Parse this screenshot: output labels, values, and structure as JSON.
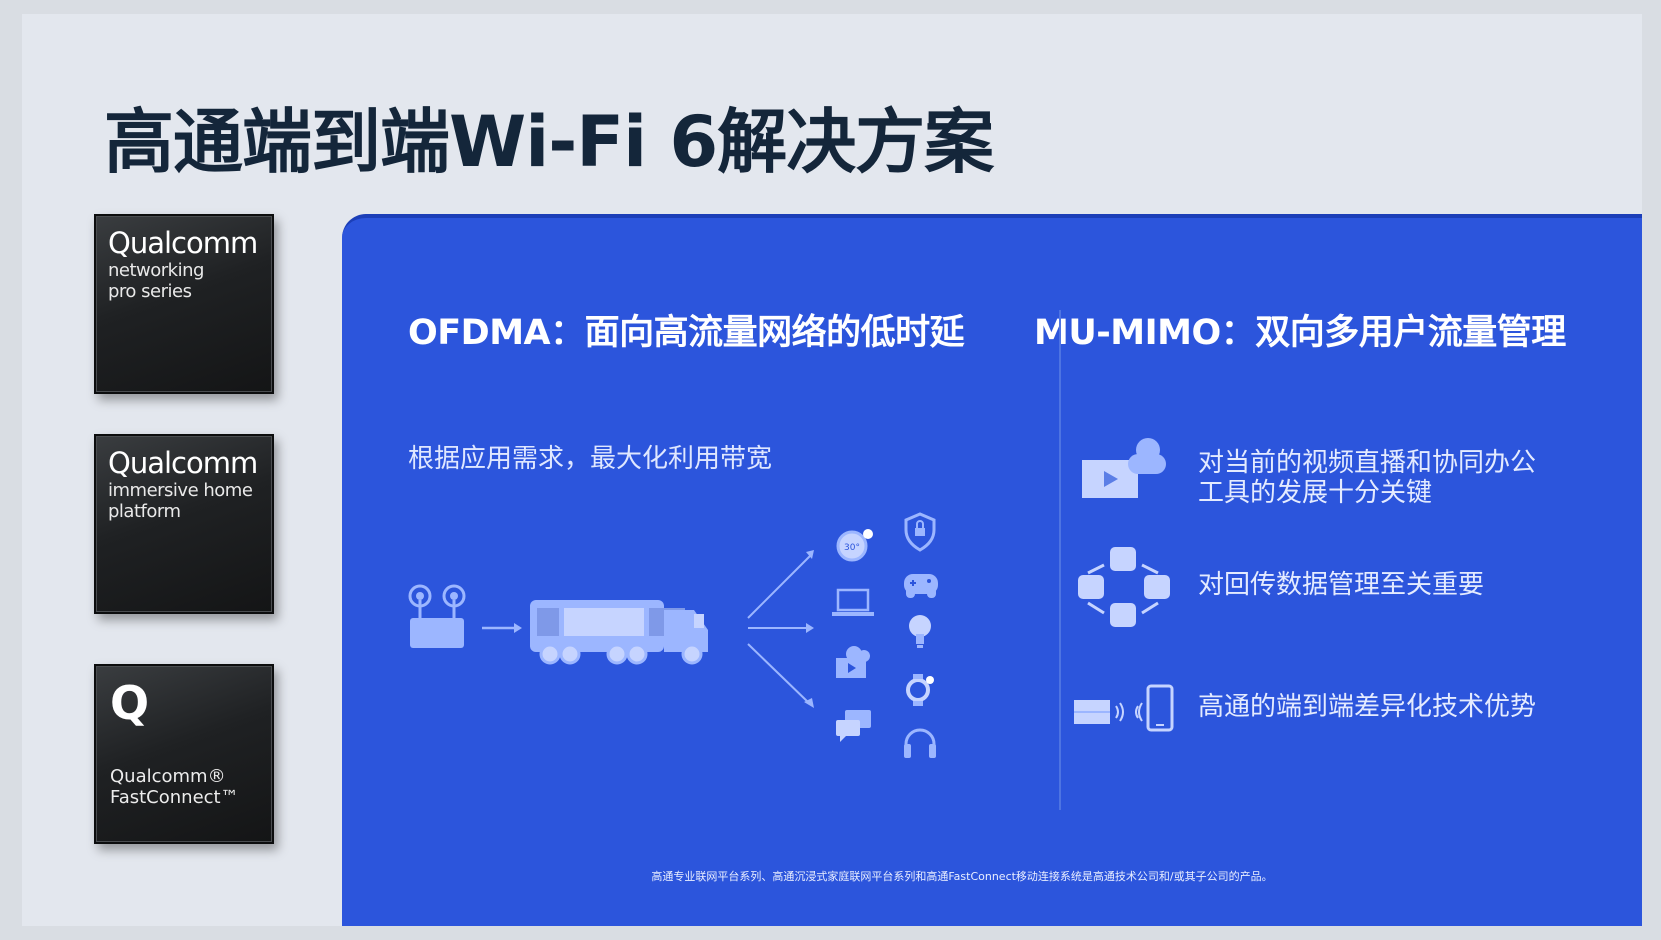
{
  "title": "高通端到端Wi-Fi 6解决方案",
  "chips": [
    {
      "brand": "Qualcomm",
      "line1": "networking",
      "line2": "pro series"
    },
    {
      "brand": "Qualcomm",
      "line1": "immersive home",
      "line2": "platform"
    },
    {
      "brand": "Q",
      "line1": "Qualcomm®",
      "line2": "FastConnect™"
    }
  ],
  "ofdma": {
    "heading": "OFDMA：面向高流量网络的低时延",
    "subtitle": "根据应用需求，最大化利用带宽",
    "icons": [
      "router-icon",
      "arrow-right-icon",
      "truck-icon",
      "thermostat-icon",
      "laptop-icon",
      "cloud-video-icon",
      "chat-icon",
      "shield-lock-icon",
      "gamepad-icon",
      "lightbulb-icon",
      "watch-icon",
      "headphones-icon"
    ],
    "thermostat_value": "30°"
  },
  "mumimo": {
    "heading": "MU-MIMO：双向多用户流量管理",
    "features": [
      {
        "icon": "cloud-video-icon",
        "text": "对当前的视频直播和协同办公工具的发展十分关键"
      },
      {
        "icon": "network-cycle-icon",
        "text": "对回传数据管理至关重要"
      },
      {
        "icon": "device-signal-icon",
        "text": "高通的端到端差异化技术优势"
      }
    ]
  },
  "footnote": "高通专业联网平台系列、高通沉浸式家庭联网平台系列和高通FastConnect移动连接系统是高通技术公司和/或其子公司的产品。",
  "colors": {
    "panel": "#2c55dc",
    "title": "#14263a",
    "icon": "#9cb6ff"
  }
}
